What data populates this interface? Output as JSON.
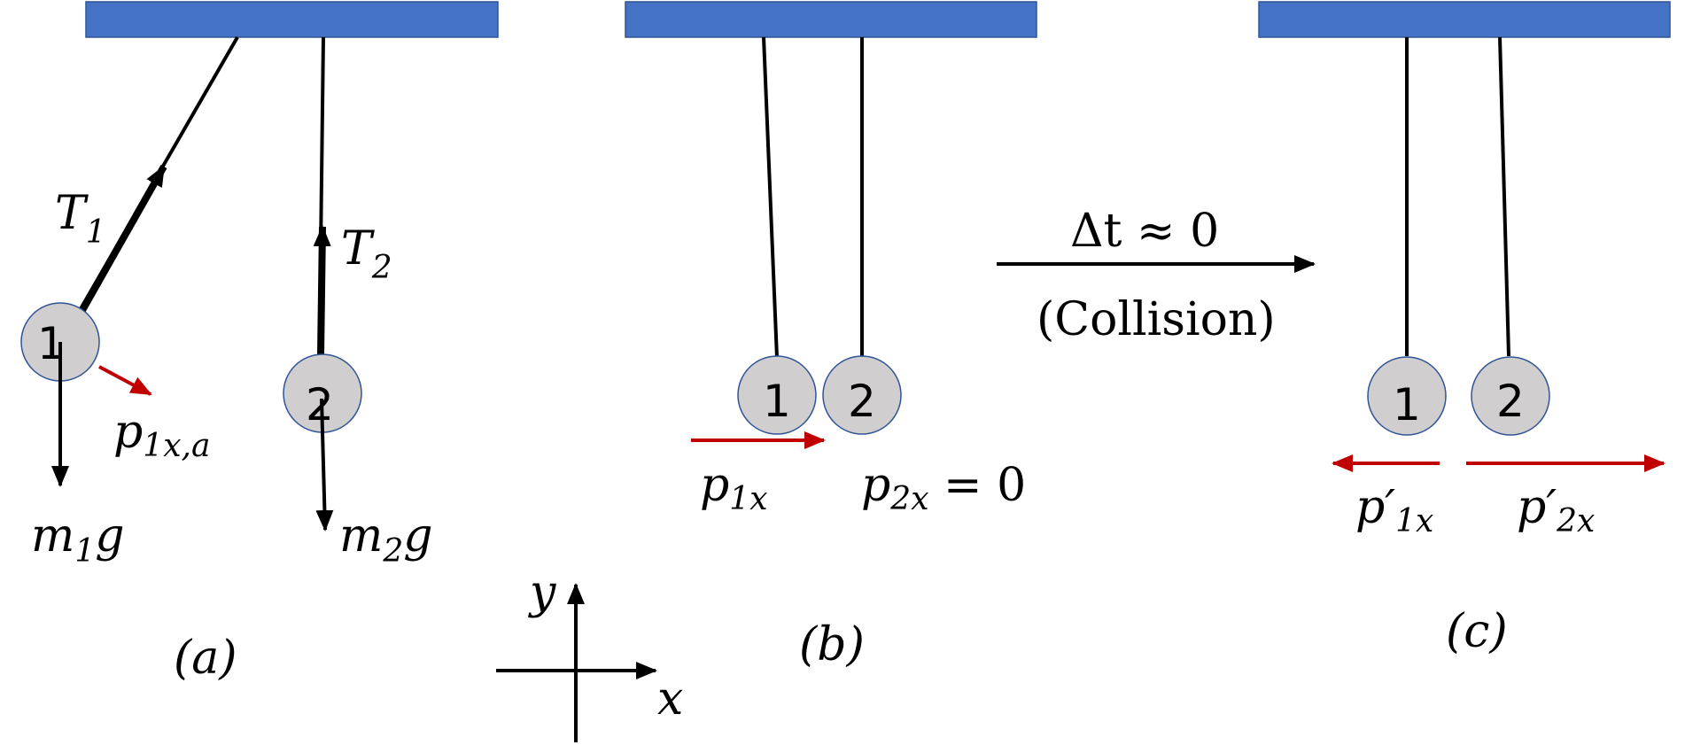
{
  "colors": {
    "ceiling": "#4472C4",
    "ball_fill": "#D0CECE",
    "ball_stroke": "#2F5597",
    "force": "#000000",
    "momentum": "#C00000"
  },
  "panel_a": {
    "caption": "(a)",
    "ball1": "1",
    "ball2": "2",
    "tension1": {
      "main": "T",
      "sub": "1"
    },
    "tension2": {
      "main": "T",
      "sub": "2"
    },
    "weight1": {
      "m": "m",
      "sub": "1",
      "g": "g"
    },
    "weight2": {
      "m": "m",
      "sub": "2",
      "g": "g"
    },
    "momentum1": {
      "main": "p",
      "sub": "1x,a"
    }
  },
  "panel_b": {
    "caption": "(b)",
    "ball1": "1",
    "ball2": "2",
    "momentum1": {
      "main": "p",
      "sub": "1x"
    },
    "momentum2": {
      "main": "p",
      "sub": "2x",
      "rest": " = 0"
    }
  },
  "transition": {
    "label": "Δt ≈ 0",
    "note": "(Collision)"
  },
  "panel_c": {
    "caption": "(c)",
    "ball1": "1",
    "ball2": "2",
    "momentum1": {
      "main": "p′",
      "sub": "1x"
    },
    "momentum2": {
      "main": "p′",
      "sub": "2x"
    }
  },
  "axes": {
    "x": "x",
    "y": "y"
  }
}
